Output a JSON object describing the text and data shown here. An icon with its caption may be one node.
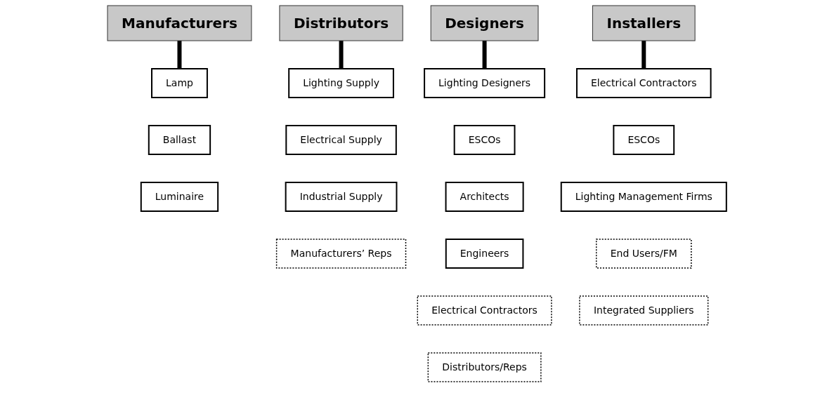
{
  "diagram": {
    "nodes": [
      {
        "text": [
          "Manufacturers"
        ]
      },
      {
        "text": [
          "Lamp"
        ]
      },
      {
        "text": [
          "Ballast"
        ]
      },
      {
        "text": [
          "Luminaire"
        ]
      },
      {
        "text": [
          "Distributors"
        ]
      },
      {
        "text": [
          "Lighting Supply"
        ]
      },
      {
        "text": [
          "Electrical Supply"
        ]
      },
      {
        "text": [
          "Industrial Supply"
        ]
      },
      {
        "text": [
          "Manufacturers’ Reps"
        ]
      },
      {
        "text": [
          "Designers"
        ]
      },
      {
        "text": [
          "Lighting Designers"
        ]
      },
      {
        "text": [
          "ESCOs"
        ]
      },
      {
        "text": [
          "Architects"
        ]
      },
      {
        "text": [
          "Engineers"
        ]
      },
      {
        "text": [
          "Electrical Contractors"
        ]
      },
      {
        "text": [
          "Distributors/Reps"
        ]
      },
      {
        "text": [
          "Installers"
        ]
      },
      {
        "text": [
          "Electrical Contractors"
        ]
      },
      {
        "text": [
          "ESCOs"
        ]
      },
      {
        "text": [
          "Lighting Management Firms"
        ]
      },
      {
        "text": [
          "End Users/FM"
        ]
      },
      {
        "text": [
          "Integrated Suppliers"
        ]
      }
    ],
    "edges": [
      {
        "from": 0,
        "to": 1,
        "arrow": "none"
      },
      {
        "from": 4,
        "to": 5,
        "arrow": "none"
      },
      {
        "from": 9,
        "to": 10,
        "arrow": "none"
      },
      {
        "from": 16,
        "to": 17,
        "arrow": "none"
      }
    ]
  }
}
